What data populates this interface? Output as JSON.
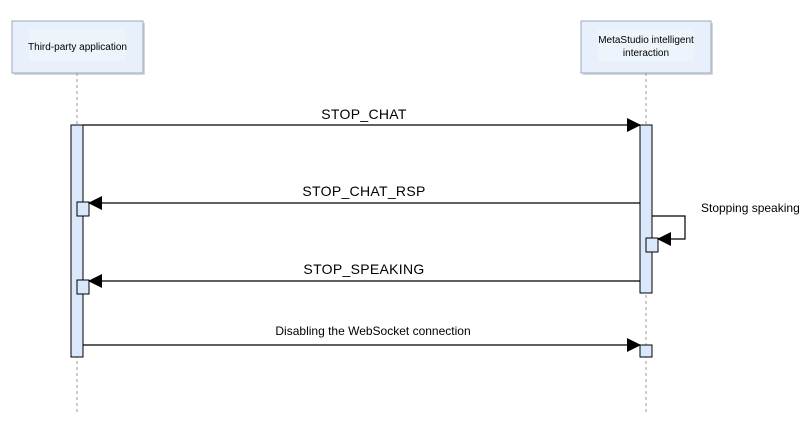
{
  "colors": {
    "participant_fill": "#e8f1fb",
    "participant_border": "#9aa9ba",
    "activation_fill": "#dae8fc",
    "line": "#000000",
    "lifeline": "#9a9a9a"
  },
  "participants": {
    "third_party": {
      "label": "Third-party application"
    },
    "metastudio": {
      "label": "MetaStudio intelligent interaction"
    }
  },
  "messages": {
    "stop_chat": {
      "label": "STOP_CHAT",
      "from": "third_party",
      "to": "metastudio"
    },
    "stop_chat_rsp": {
      "label": "STOP_CHAT_RSP",
      "from": "metastudio",
      "to": "third_party"
    },
    "stopping_speaking": {
      "label": "Stopping speaking",
      "from": "metastudio",
      "to": "metastudio"
    },
    "stop_speaking": {
      "label": "STOP_SPEAKING",
      "from": "metastudio",
      "to": "third_party"
    },
    "disable_ws": {
      "label": "Disabling the WebSocket connection",
      "from": "third_party",
      "to": "metastudio"
    }
  }
}
